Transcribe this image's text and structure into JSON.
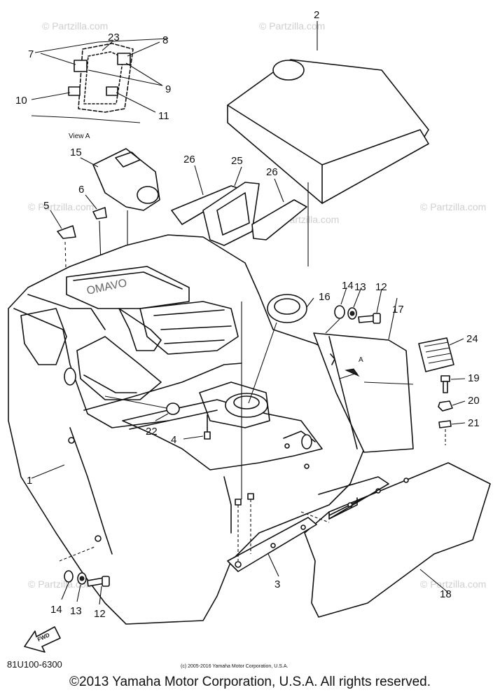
{
  "diagram_code": "81U100-6300",
  "small_copyright": "(c) 2005-2016 Yamaha Motor Corporation, U.S.A.",
  "footer_copyright": "©2013 Yamaha Motor Corporation, U.S.A. All rights reserved.",
  "watermark": "© Partzilla.com",
  "view_label": "View A",
  "arrow_a_label": "A",
  "front_badge": "FWD",
  "part_labels": {
    "p1": "1",
    "p2": "2",
    "p3": "3",
    "p4": "4",
    "p5": "5",
    "p6": "6",
    "p7": "7",
    "p8": "8",
    "p9": "9",
    "p10": "10",
    "p11": "11",
    "p12_top": "12",
    "p12_bottom": "12",
    "p13_top": "13",
    "p13_bottom": "13",
    "p14_top": "14",
    "p14_bottom": "14",
    "p15": "15",
    "p16": "16",
    "p17": "17",
    "p18": "18",
    "p19": "19",
    "p20": "20",
    "p21": "21",
    "p22": "22",
    "p23": "23",
    "p24": "24",
    "p25": "25",
    "p26_left": "26",
    "p26_right": "26"
  }
}
